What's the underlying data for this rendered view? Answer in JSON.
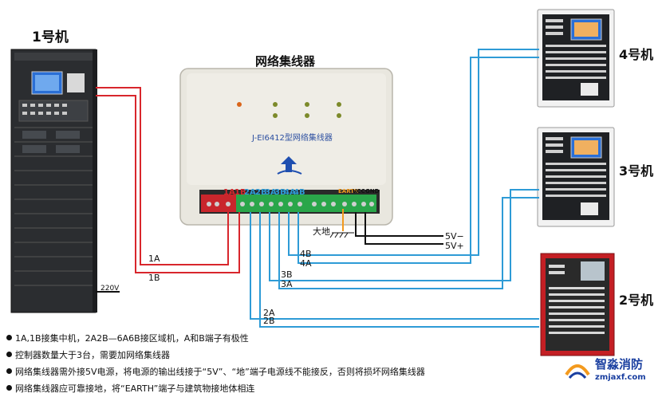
{
  "labels": {
    "host1": "1号机",
    "host2": "2号机",
    "host3": "3号机",
    "host4": "4号机",
    "hub": "网络集线器",
    "hub_model": "J-EI6412型网络集线器",
    "power_220": "220V",
    "earth": "大地",
    "v_minus": "5V−",
    "v_plus": "5V+",
    "earth_terminal": "EARTH",
    "vcc_terminal": "VCC",
    "gnd_terminal": "GND"
  },
  "terminals": [
    "1A",
    "1B",
    "2A",
    "2B",
    "3A",
    "3B",
    "4A",
    "4B"
  ],
  "wires": {
    "w1a": "1A",
    "w1b": "1B",
    "w2a": "2A",
    "w2b": "2B",
    "w3a": "3A",
    "w3b": "3B",
    "w4a": "4A",
    "w4b": "4B"
  },
  "notes": [
    "1A,1B接集中机，2A2B—6A6B接区域机，A和B端子有极性",
    "控制器数量大于3台，需要加网络集线器",
    "网络集线器需外接5V电源，将电源的输出线接于“5V”、“地”端子电源线不能接反，否则将损坏网络集线器",
    "网络集线器应可靠接地，将“EARTH”端子与建筑物接地体相连"
  ],
  "brand": {
    "name": "智淼消防",
    "url": "zmjaxf.com"
  },
  "colors": {
    "red_wire": "#d8262c",
    "blue_wire": "#2e9bd6",
    "black_wire": "#111111",
    "orange_wire": "#f39a1e",
    "brand": "#1a3fa0"
  }
}
